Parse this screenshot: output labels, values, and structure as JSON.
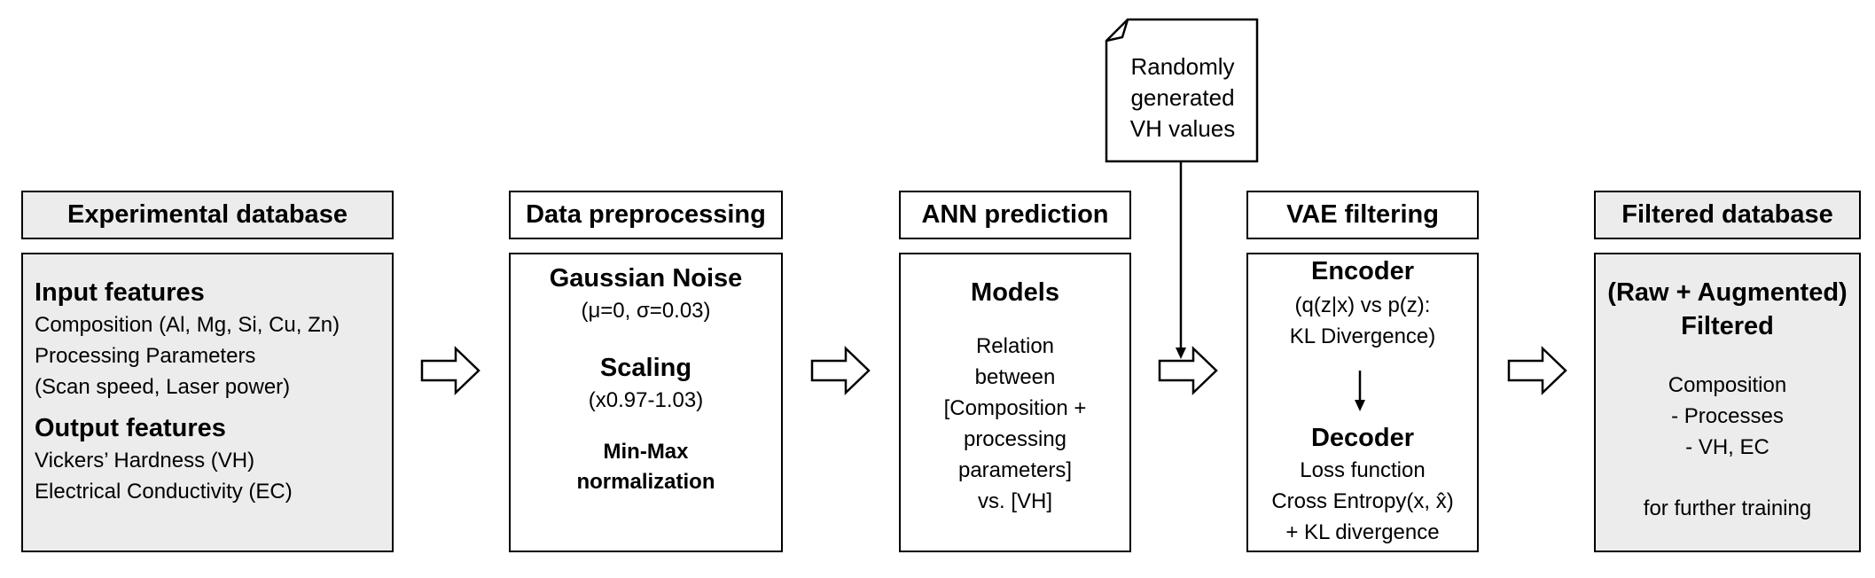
{
  "random_input": {
    "lines": [
      "Randomly",
      "generated",
      "VH values"
    ]
  },
  "stages": {
    "experimental": {
      "header": "Experimental database",
      "input_heading": "Input features",
      "input_lines": [
        "Composition (Al, Mg, Si, Cu, Zn)",
        "Processing Parameters",
        "(Scan speed, Laser power)"
      ],
      "output_heading": "Output features",
      "output_lines": [
        "Vickers’ Hardness (VH)",
        "Electrical Conductivity (EC)"
      ]
    },
    "preprocessing": {
      "header": "Data preprocessing",
      "noise_title": "Gaussian Noise",
      "noise_params": "(μ=0, σ=0.03)",
      "scaling_title": "Scaling",
      "scaling_params": "(x0.97-1.03)",
      "norm_lines": [
        "Min-Max",
        "normalization"
      ]
    },
    "ann": {
      "header": "ANN prediction",
      "models_title": "Models",
      "relation_lines": [
        "Relation",
        "between",
        "[Composition +",
        "processing",
        "parameters]",
        "vs. [VH]"
      ]
    },
    "vae": {
      "header": "VAE filtering",
      "encoder_title": "Encoder",
      "encoder_lines": [
        "(q(z|x) vs p(z):",
        "KL Divergence)"
      ],
      "decoder_title": "Decoder",
      "decoder_lines": [
        "Loss function",
        "Cross Entropy(x, x̂)",
        "+ KL divergence"
      ]
    },
    "filtered": {
      "header": "Filtered database",
      "title_lines": [
        "(Raw + Augmented)",
        "Filtered"
      ],
      "content_lines": [
        "Composition",
        "- Processes",
        "- VH, EC"
      ],
      "footer": "for further training"
    }
  }
}
